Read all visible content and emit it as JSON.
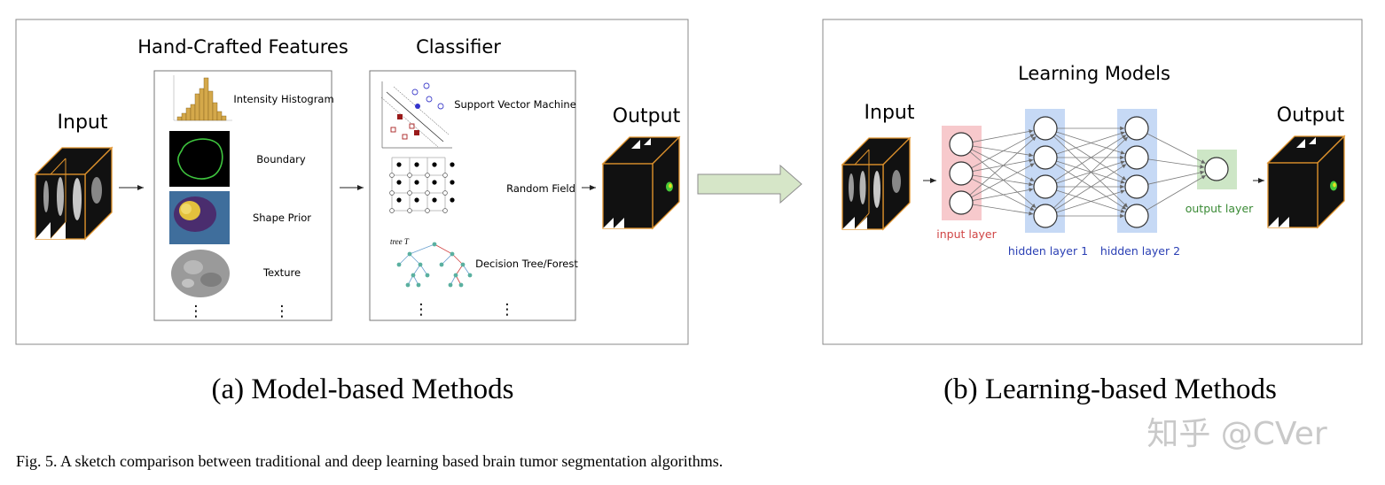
{
  "panel_a": {
    "input_label": "Input",
    "features_title": "Hand-Crafted Features",
    "classifier_title": "Classifier",
    "output_label": "Output",
    "features": [
      "Intensity Histogram",
      "Boundary",
      "Shape Prior",
      "Texture"
    ],
    "classifiers": [
      "Support Vector Machine",
      "Random Field",
      "Decision Tree/Forest"
    ],
    "tree_label": "tree T",
    "ellipsis": "⋮",
    "caption": "(a) Model-based Methods"
  },
  "panel_b": {
    "title": "Learning Models",
    "input_label": "Input",
    "output_label": "Output",
    "layers": {
      "input": "input layer",
      "hidden1": "hidden layer 1",
      "hidden2": "hidden layer 2",
      "output": "output layer"
    },
    "caption": "(b) Learning-based Methods"
  },
  "watermark": "知乎 @CVer",
  "figure_caption": "Fig. 5.  A sketch comparison between traditional and deep learning based brain tumor segmentation algorithms.",
  "colors": {
    "input_layer_bg": "#f7c9cc",
    "hidden_layer_bg": "#c6d9f5",
    "output_layer_bg": "#cde6c6",
    "input_layer_text": "#d04545",
    "hidden_layer_text": "#2a3fb4",
    "output_layer_text": "#3a8a35",
    "cube_edge": "#e0932c",
    "arrow_fill": "#d6e6c8"
  }
}
